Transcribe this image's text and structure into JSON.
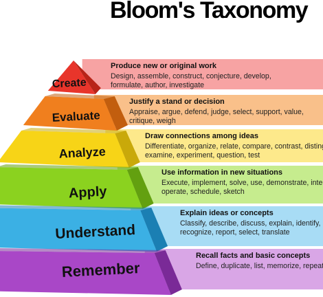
{
  "title": "Bloom's Taxonomy",
  "levels": [
    {
      "name": "Create",
      "heading": "Produce new or original work",
      "desc_lines": [
        "Design, assemble, construct, conjecture, develop,",
        "formulate, author, investigate"
      ],
      "band_color": "#f7a3a3",
      "face_color": "#e8352b",
      "side_color": "#b82418"
    },
    {
      "name": "Evaluate",
      "heading": "Justify a stand or decision",
      "desc_lines": [
        "Appraise, argue, defend, judge, select, support,  value,",
        "critique,  weigh"
      ],
      "band_color": "#f9c08a",
      "face_color": "#f07f1e",
      "side_color": "#c25e0e"
    },
    {
      "name": "Analyze",
      "heading": "Draw connections among ideas",
      "desc_lines": [
        "Differentiate, organize, relate, compare, contrast, distinguish,",
        "examine, experiment, question, test"
      ],
      "band_color": "#fde98b",
      "face_color": "#f7d417",
      "side_color": "#c9a90a"
    },
    {
      "name": "Apply",
      "heading": "Use information in new situations",
      "desc_lines": [
        "Execute, implement, solve, use, demonstrate, interpret,",
        "operate, schedule, sketch"
      ],
      "band_color": "#c6ec8e",
      "face_color": "#8bd21f",
      "side_color": "#63a010"
    },
    {
      "name": "Understand",
      "heading": "Explain ideas or concepts",
      "desc_lines": [
        "Classify, describe, discuss, explain, identify, locate,",
        "recognize, report, select, translate"
      ],
      "band_color": "#a8dcf5",
      "face_color": "#3bb0e4",
      "side_color": "#1b7fb3"
    },
    {
      "name": "Remember",
      "heading": "Recall facts and basic concepts",
      "desc_lines": [
        "Define, duplicate, list, memorize, repeat, state"
      ],
      "band_color": "#d9a6e6",
      "face_color": "#a947c7",
      "side_color": "#7a2a97"
    }
  ]
}
